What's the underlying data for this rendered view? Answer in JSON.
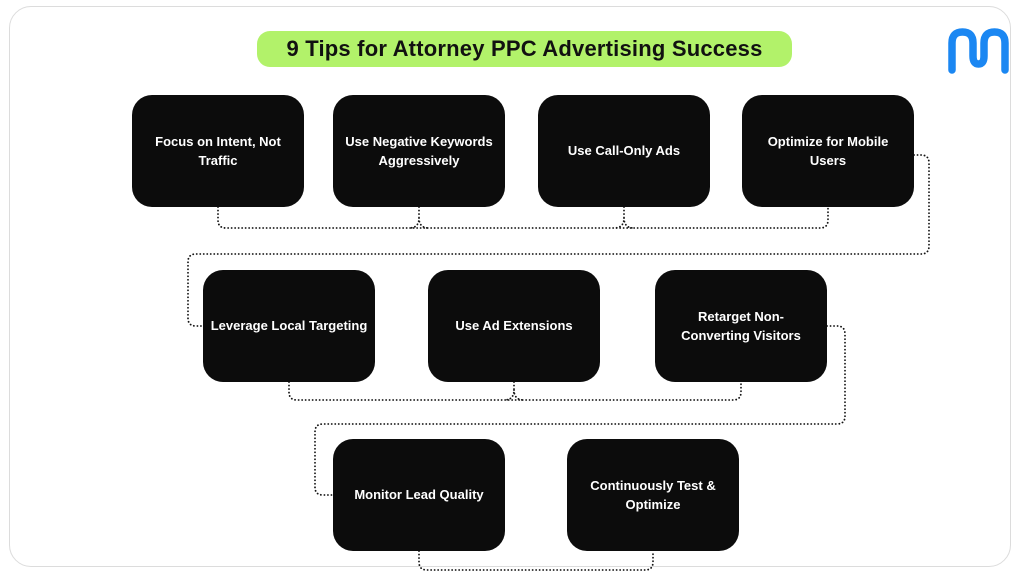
{
  "card": {
    "title": "9 Tips for Attorney PPC Advertising Success",
    "logo_icon": "m-logo",
    "colors": {
      "title_bg": "#b2f26a",
      "title_text": "#111111",
      "box_bg": "#0c0c0c",
      "box_text": "#ffffff",
      "connector": "#141414",
      "logo_blue": "#1b87f2",
      "card_border": "#dcdcdc"
    }
  },
  "tips": [
    {
      "label": "Focus on Intent, Not Traffic",
      "lines": [
        "Focus on Intent, Not",
        "Traffic"
      ]
    },
    {
      "label": "Use Negative Keywords Aggressively",
      "lines": [
        "Use Negative Keywords",
        "Aggressively"
      ]
    },
    {
      "label": "Use Call-Only Ads",
      "lines": [
        "Use Call-Only Ads"
      ]
    },
    {
      "label": "Optimize for Mobile Users",
      "lines": [
        "Optimize for Mobile",
        "Users"
      ]
    },
    {
      "label": "Leverage Local Targeting",
      "lines": [
        "Leverage Local Targeting"
      ]
    },
    {
      "label": "Use Ad Extensions",
      "lines": [
        "Use Ad Extensions"
      ]
    },
    {
      "label": "Retarget Non-Converting Visitors",
      "lines": [
        "Retarget Non-",
        "Converting Visitors"
      ]
    },
    {
      "label": "Monitor Lead Quality",
      "lines": [
        "Monitor Lead Quality"
      ]
    },
    {
      "label": "Continuously Test & Optimize",
      "lines": [
        "Continuously Test &",
        "Optimize"
      ]
    }
  ]
}
